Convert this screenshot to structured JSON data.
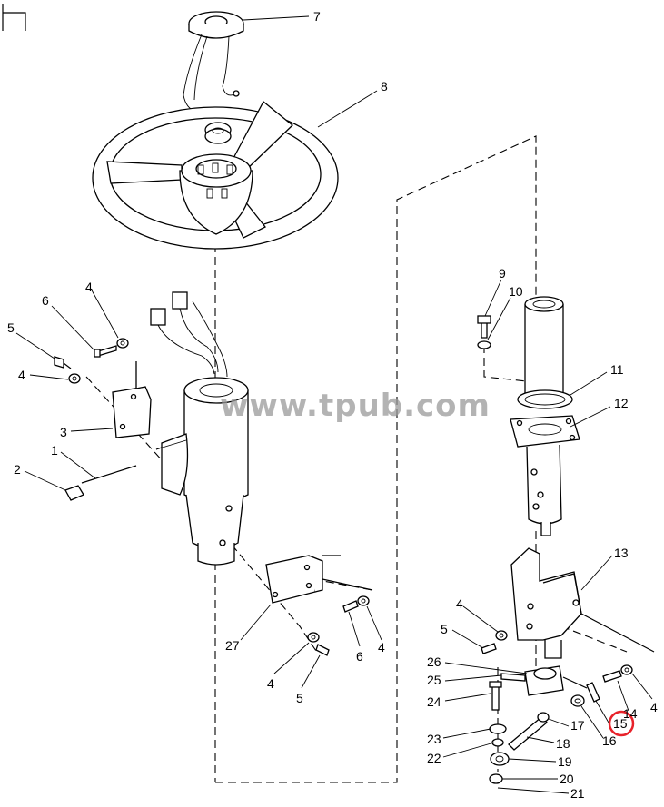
{
  "watermark": "www.tpub.com",
  "highlighted_callout": "15",
  "callouts": [
    {
      "id": "c7",
      "text": "7"
    },
    {
      "id": "c8",
      "text": "8"
    },
    {
      "id": "c4a",
      "text": "4"
    },
    {
      "id": "c6a",
      "text": "6"
    },
    {
      "id": "c5a",
      "text": "5"
    },
    {
      "id": "c4b",
      "text": "4"
    },
    {
      "id": "c3",
      "text": "3"
    },
    {
      "id": "c1",
      "text": "1"
    },
    {
      "id": "c2",
      "text": "2"
    },
    {
      "id": "c27",
      "text": "27"
    },
    {
      "id": "c6b",
      "text": "6"
    },
    {
      "id": "c4c",
      "text": "4"
    },
    {
      "id": "c4d",
      "text": "4"
    },
    {
      "id": "c5b",
      "text": "5"
    },
    {
      "id": "c9",
      "text": "9"
    },
    {
      "id": "c10",
      "text": "10"
    },
    {
      "id": "c11",
      "text": "11"
    },
    {
      "id": "c12",
      "text": "12"
    },
    {
      "id": "c13",
      "text": "13"
    },
    {
      "id": "c4e",
      "text": "4"
    },
    {
      "id": "c5c",
      "text": "5"
    },
    {
      "id": "c26",
      "text": "26"
    },
    {
      "id": "c25",
      "text": "25"
    },
    {
      "id": "c24",
      "text": "24"
    },
    {
      "id": "c4f",
      "text": "4"
    },
    {
      "id": "c14",
      "text": "14"
    },
    {
      "id": "c15",
      "text": "15"
    },
    {
      "id": "c16",
      "text": "16"
    },
    {
      "id": "c17",
      "text": "17"
    },
    {
      "id": "c23",
      "text": "23"
    },
    {
      "id": "c18",
      "text": "18"
    },
    {
      "id": "c22",
      "text": "22"
    },
    {
      "id": "c19",
      "text": "19"
    },
    {
      "id": "c20",
      "text": "20"
    },
    {
      "id": "c21",
      "text": "21"
    }
  ]
}
